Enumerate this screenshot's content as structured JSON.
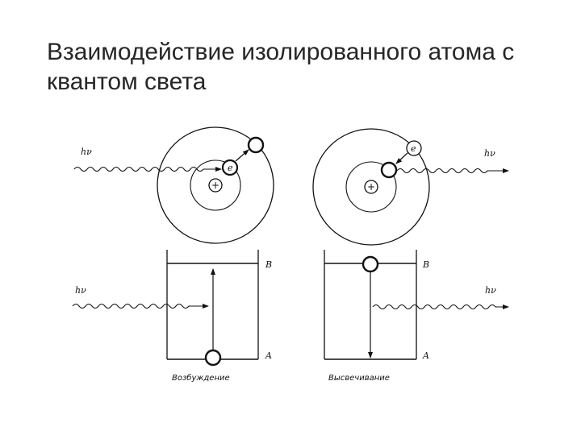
{
  "slide": {
    "title_line1": "Взаимодействие изолированного атома с",
    "title_line2": "квантом света"
  },
  "diagram": {
    "photon_label": "hν",
    "electron_label": "e",
    "level_upper": "B",
    "level_lower": "A",
    "caption_left": "Возбуждение",
    "caption_right": "Высвечивание",
    "nucleus_symbol": "+"
  }
}
